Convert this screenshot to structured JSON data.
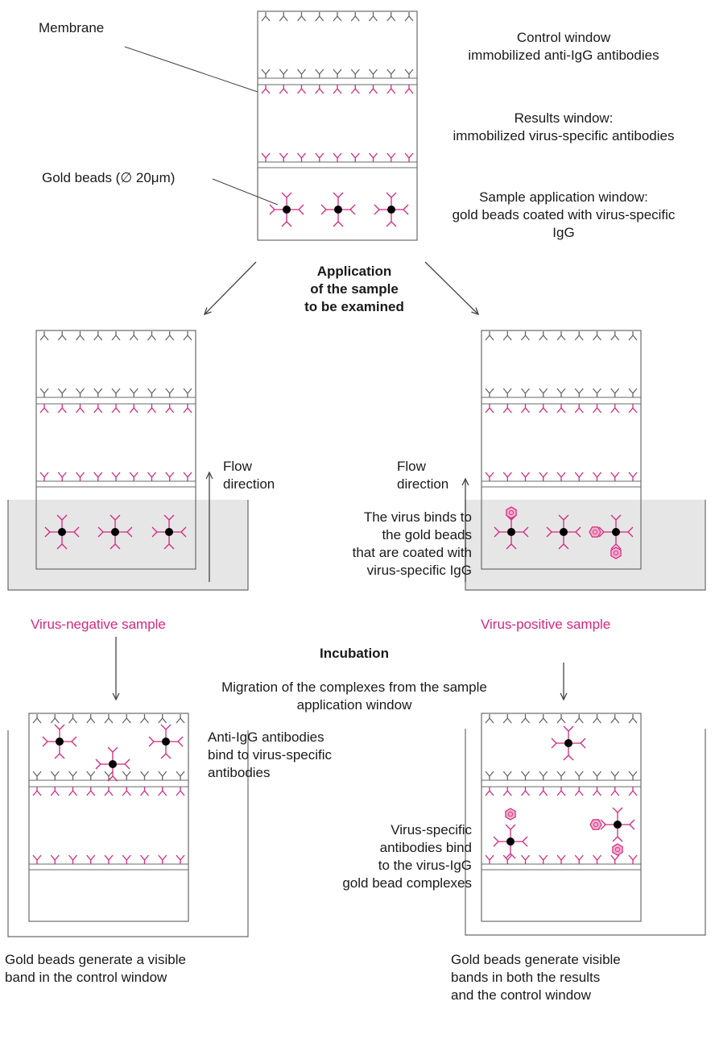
{
  "colors": {
    "antibody_pink": "#d4287f",
    "antibody_gray": "#666666",
    "bead": "#000000",
    "virus": "#f3b0cc",
    "sample_fill": "#e6e6e6",
    "outline": "#6a6a6a"
  },
  "icons": {
    "antibody": "y-shaped-antibody-icon",
    "bead": "gold-bead-icon",
    "virus": "hexagon-virus-icon"
  },
  "top": {
    "membrane_label": "Membrane",
    "gold_beads_label": "Gold beads (∅ 20μm)",
    "control_window": [
      "Control window",
      "immobilized anti-IgG antibodies"
    ],
    "results_window": [
      "Results window:",
      "immobilized virus-specific antibodies"
    ],
    "sample_window": [
      "Sample application window:",
      "gold beads coated with virus-specific",
      "IgG"
    ]
  },
  "application": [
    "Application",
    "of the sample",
    "to be examined"
  ],
  "left_middle": {
    "flow": [
      "Flow",
      "direction"
    ],
    "sample_label": "Virus-negative sample"
  },
  "right_middle": {
    "flow": [
      "Flow",
      "direction"
    ],
    "binding_note": [
      "The virus binds to",
      "the gold beads",
      "that are coated with",
      "virus-specific IgG"
    ],
    "sample_label": "Virus-positive sample"
  },
  "incubation": {
    "title": "Incubation",
    "migration": [
      "Migration of the complexes from the sample",
      "application window"
    ]
  },
  "left_bottom": {
    "note": [
      "Anti-IgG antibodies",
      "bind to virus-specific",
      "antibodies"
    ],
    "caption": [
      "Gold beads generate a visible",
      "band in the control window"
    ]
  },
  "right_bottom": {
    "note": [
      "Virus-specific",
      "antibodies bind",
      "to the virus-IgG",
      "gold bead complexes"
    ],
    "caption": [
      "Gold beads generate visible",
      "bands in both the results",
      "and the control window"
    ]
  }
}
